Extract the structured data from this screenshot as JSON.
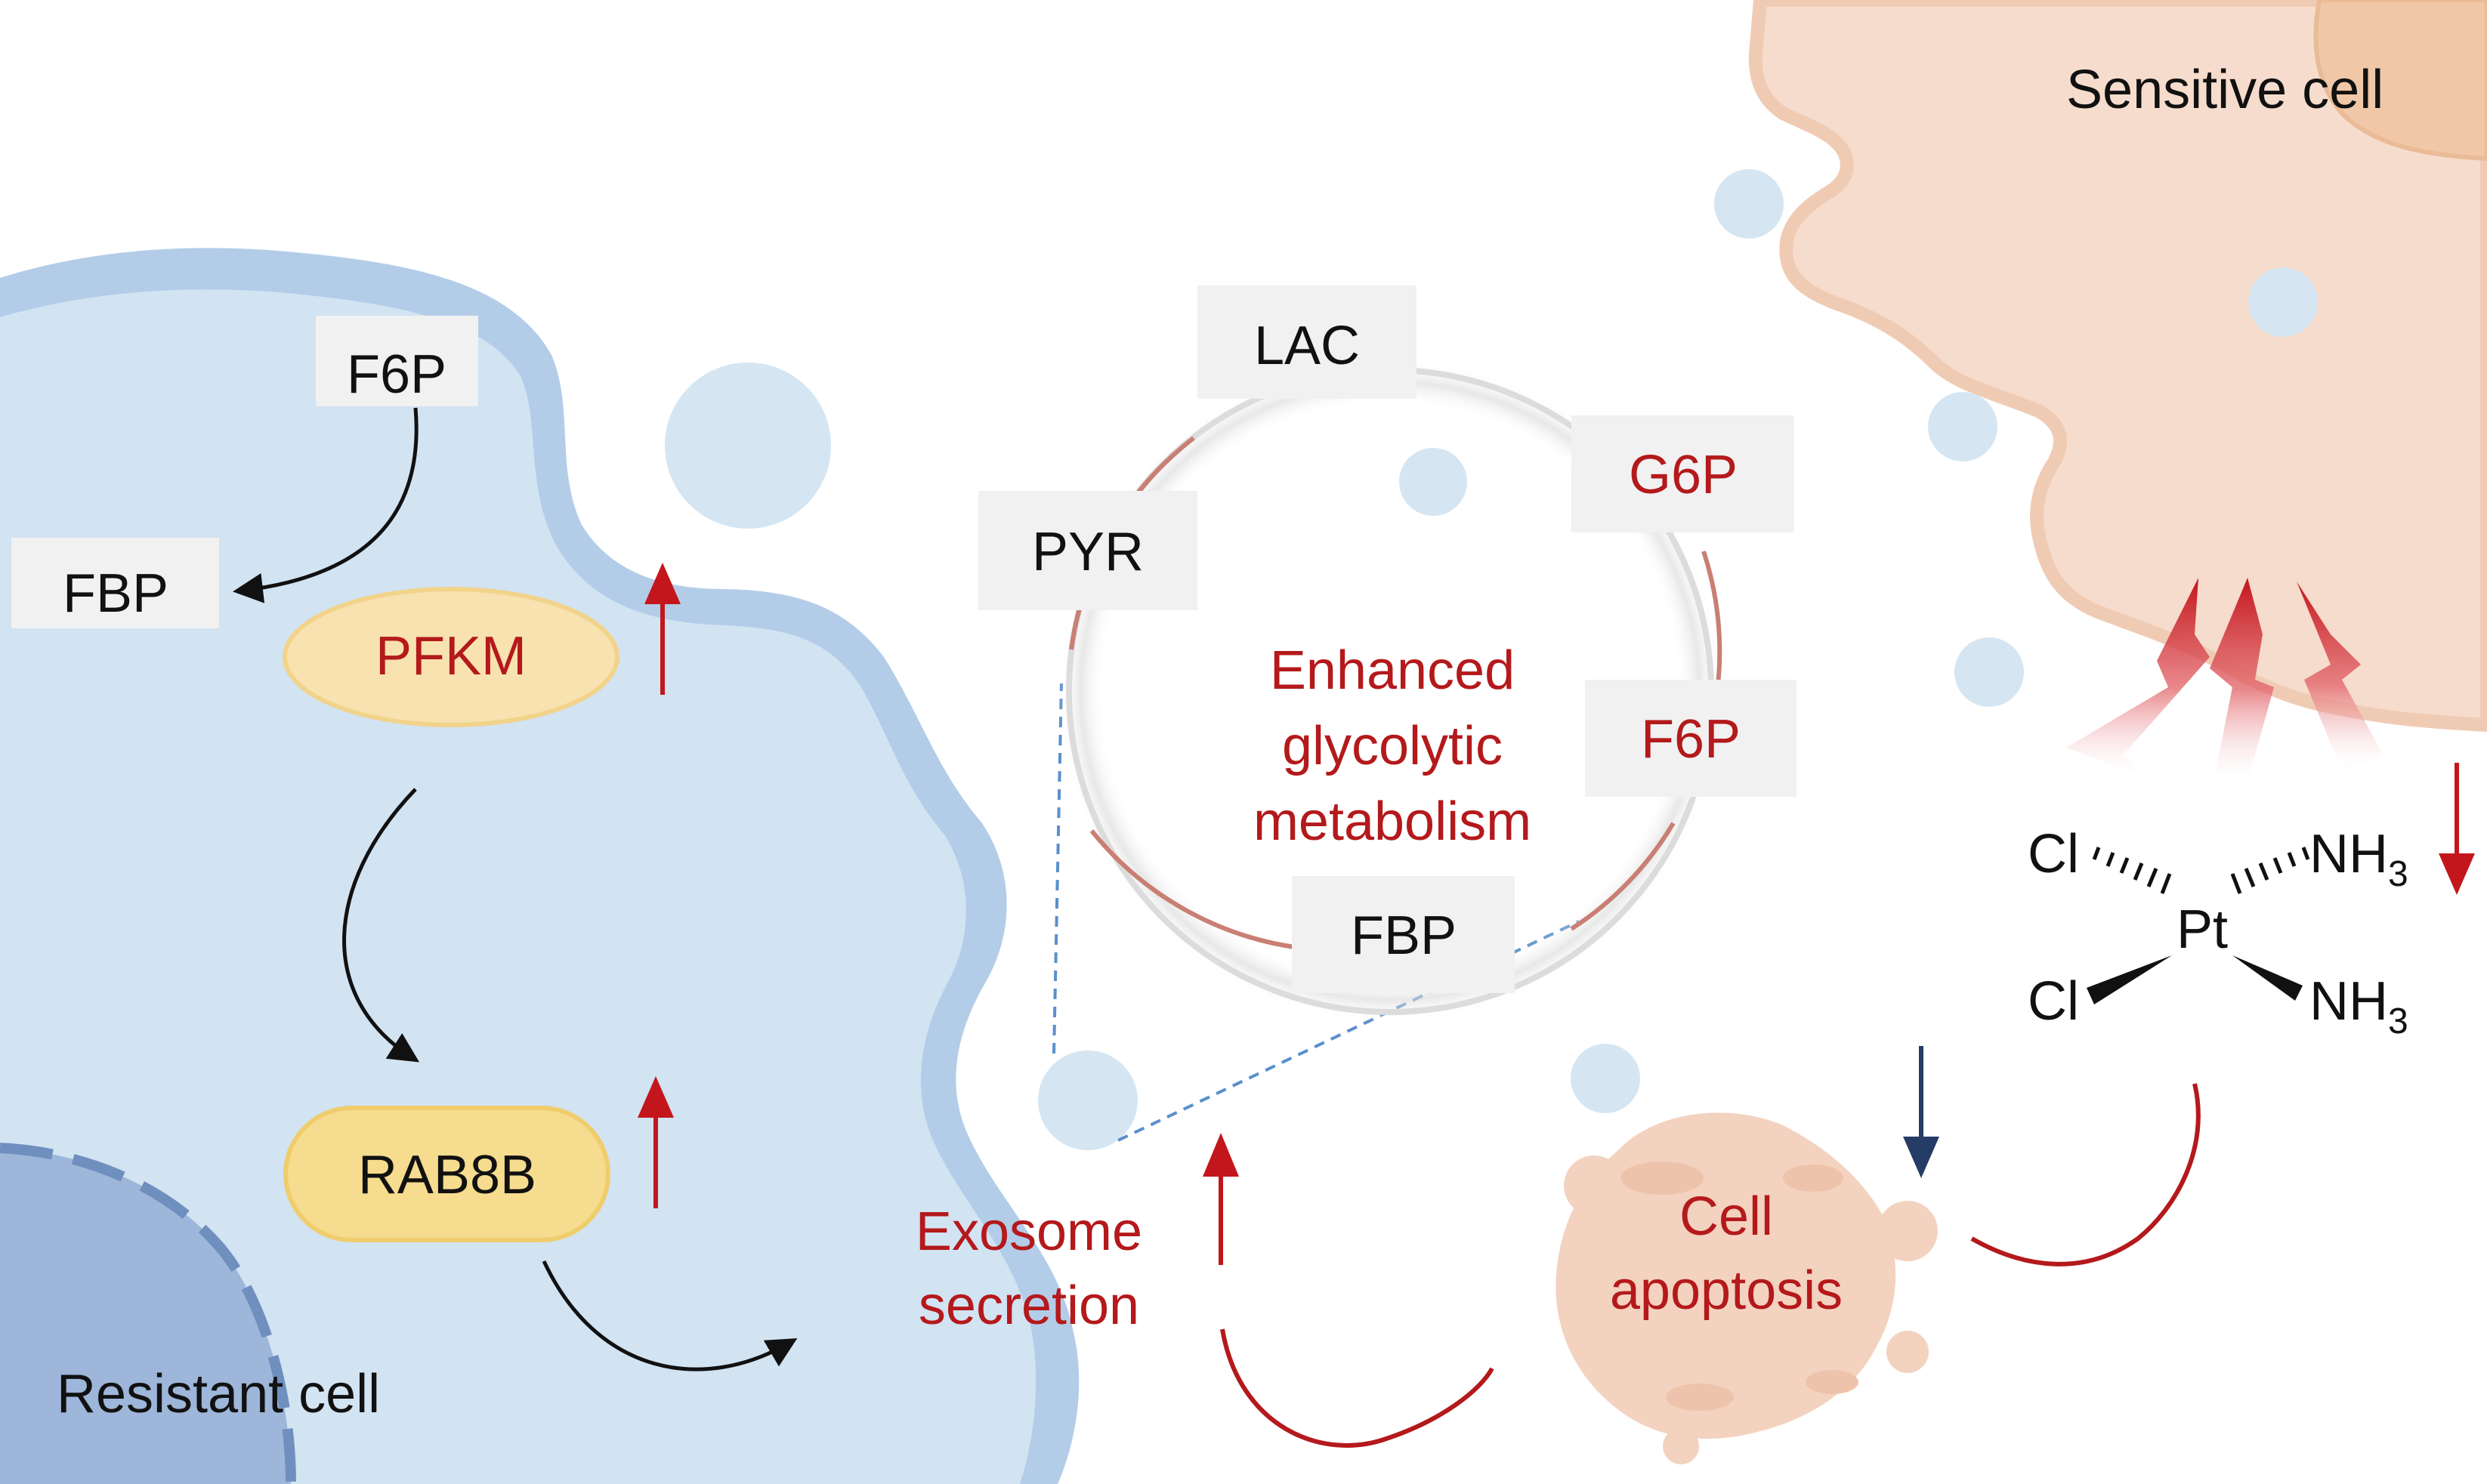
{
  "colors": {
    "resistant_cell_outer": "#b3cde8",
    "resistant_cell_inner": "#d2e3f2",
    "nucleus": "#9db6d9",
    "sensitive_cell": "#f6dccd",
    "exosome": "#d5e6f2",
    "pfkm_enzyme": "#f7e2b0",
    "rab8b": "#f6dc8e",
    "metabolite_box": "#f1f1f1",
    "up_arrow": "#c3161c",
    "down_arrow_navy": "#243c66",
    "red_text": "#b4191b",
    "black_text": "#111111"
  },
  "labels": {
    "resistant_cell": "Resistant cell",
    "sensitive_cell": "Sensitive cell",
    "f6p_left": "F6P",
    "fbp_left": "FBP",
    "pfkm": "PFKM",
    "rab8b": "RAB8B",
    "exosome_line1": "Exosome",
    "exosome_line2": "secretion",
    "apoptosis_line1": "Cell",
    "apoptosis_line2": "apoptosis"
  },
  "glycolysis_cycle": {
    "title_line1": "Enhanced",
    "title_line2": "glycolytic",
    "title_line3": "metabolism",
    "metabolites": [
      "LAC",
      "G6P",
      "F6P",
      "FBP",
      "PYR"
    ]
  },
  "cisplatin": {
    "center": "Pt",
    "ligand_top_left": "Cl",
    "ligand_bottom_left": "Cl",
    "ligand_top_right": "NH",
    "ligand_bottom_right": "NH",
    "subscript": "3"
  },
  "icons": [
    "up-arrow-icon",
    "down-arrow-icon",
    "lightning-bolt-icon",
    "exosome-vesicle-icon",
    "curved-arrow-icon"
  ]
}
